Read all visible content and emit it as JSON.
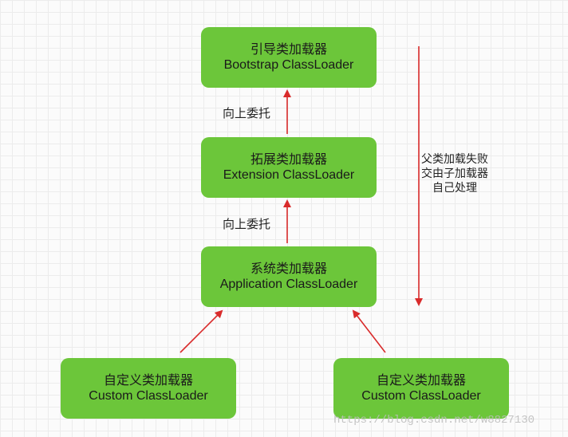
{
  "nodes": {
    "bootstrap": {
      "zh": "引导类加载器",
      "en": "Bootstrap ClassLoader"
    },
    "extension": {
      "zh": "拓展类加载器",
      "en": "Extension ClassLoader"
    },
    "application": {
      "zh": "系统类加载器",
      "en": "Application ClassLoader"
    },
    "custom_left": {
      "zh": "自定义类加载器",
      "en": "Custom ClassLoader"
    },
    "custom_right": {
      "zh": "自定义类加载器",
      "en": "Custom ClassLoader"
    }
  },
  "labels": {
    "delegate_upper": "向上委托",
    "delegate_lower": "向上委托",
    "fallback": [
      "父类加载失败",
      "交由子加载器",
      "自己处理"
    ]
  },
  "watermark": "https://blog.csdn.net/w8827130",
  "colors": {
    "node_fill": "#6cc63a",
    "arrow": "#d92b2b",
    "grid": "#ececec"
  }
}
